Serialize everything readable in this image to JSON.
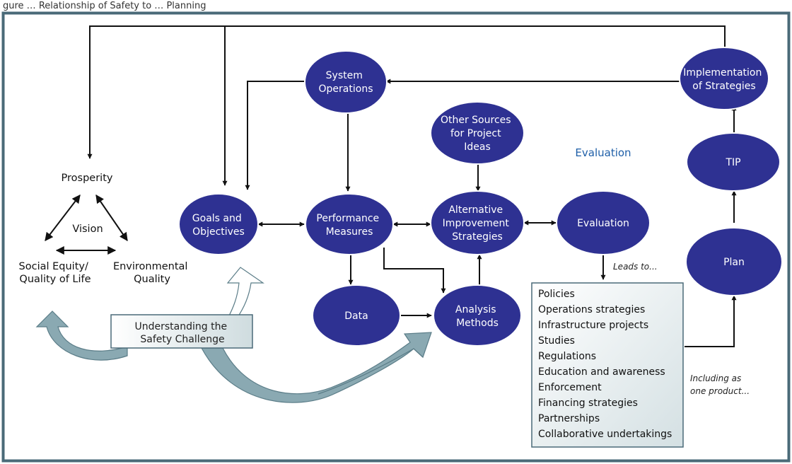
{
  "header": {
    "caption": "gure … Relationship of Safety to … Planning"
  },
  "nodes": {
    "system_operations": [
      "System",
      "Operations"
    ],
    "implementation": [
      "Implementation",
      "of Strategies"
    ],
    "other_sources": [
      "Other Sources",
      "for Project",
      "Ideas"
    ],
    "tip": [
      "TIP"
    ],
    "goals": [
      "Goals and",
      "Objectives"
    ],
    "performance": [
      "Performance",
      "Measures"
    ],
    "alternative": [
      "Alternative",
      "Improvement",
      "Strategies"
    ],
    "evaluation": [
      "Evaluation"
    ],
    "plan": [
      "Plan"
    ],
    "data": [
      "Data"
    ],
    "analysis": [
      "Analysis",
      "Methods"
    ]
  },
  "labels": {
    "evaluation_caption": "Evaluation",
    "prosperity": "Prosperity",
    "vision": "Vision",
    "social_equity": [
      "Social Equity/",
      "Quality of Life"
    ],
    "environmental": [
      "Environmental",
      "Quality"
    ],
    "leads_to": "Leads to...",
    "including": [
      "Including as",
      "one product..."
    ]
  },
  "safety_box": [
    "Understanding the",
    "Safety Challenge"
  ],
  "outputs": [
    "Policies",
    "Operations strategies",
    "Infrastructure projects",
    "Studies",
    "Regulations",
    "Education and awareness",
    "Enforcement",
    "Financing strategies",
    "Partnerships",
    "Collaborative undertakings"
  ],
  "colors": {
    "node_fill": "#2e3192",
    "frame": "#4a6a78",
    "ribbon": "#8aa9b2",
    "box_fill": "#dfe8ea",
    "accent_text": "#1f5fa8"
  }
}
